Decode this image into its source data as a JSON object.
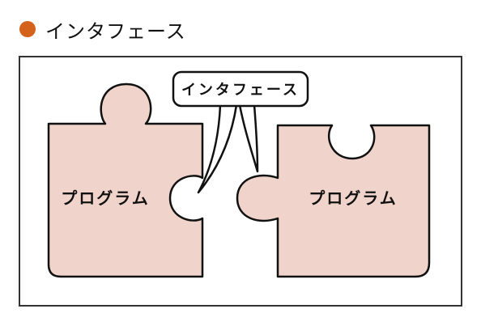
{
  "heading": {
    "text": "インタフェース",
    "dot_color": "#d4621a"
  },
  "diagram": {
    "callout_label": "インタフェース",
    "left_piece_label": "プログラム",
    "right_piece_label": "プログラム",
    "piece_fill": "#f0d3cb",
    "stroke_color": "#111111",
    "frame_color": "#333333"
  }
}
